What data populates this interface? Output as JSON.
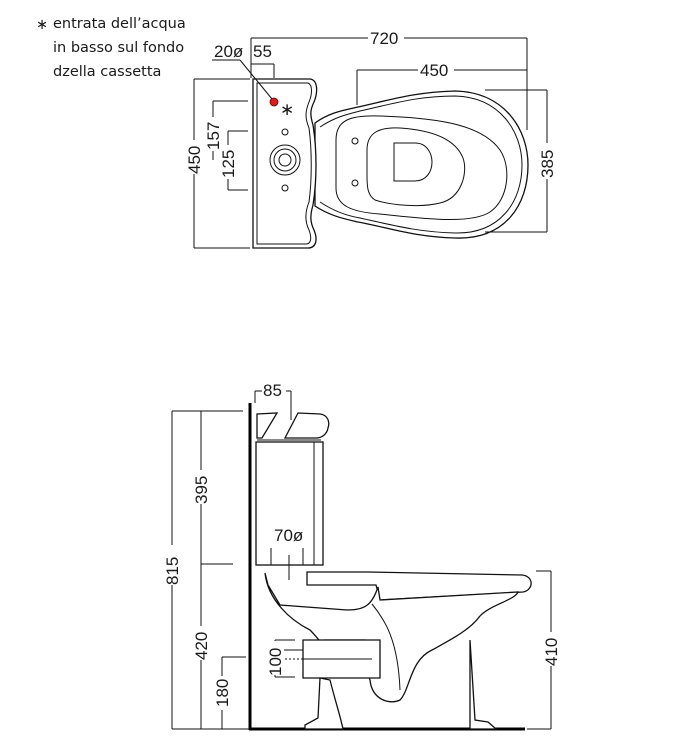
{
  "note": {
    "symbol": "∗",
    "lines": [
      "entrata dell’acqua",
      "in basso sul fondo",
      "dzella cassetta"
    ]
  },
  "top_view": {
    "dims": {
      "overall_length": "720",
      "bowl_length": "450",
      "bowl_width": "385",
      "tank_width": "450",
      "offset_157": "157",
      "offset_125": "125",
      "inlet_diameter": "20ø",
      "inlet_offset": "55"
    },
    "inlet_marker": "∗",
    "inlet_color": "#e01a1a"
  },
  "side_view": {
    "dims": {
      "tank_top_offset": "85",
      "total_height": "815",
      "tank_height": "395",
      "lower_height": "420",
      "outlet_height": "180",
      "outlet_diameter": "100",
      "flush_pipe_diameter": "70ø",
      "rim_height": "410"
    }
  }
}
